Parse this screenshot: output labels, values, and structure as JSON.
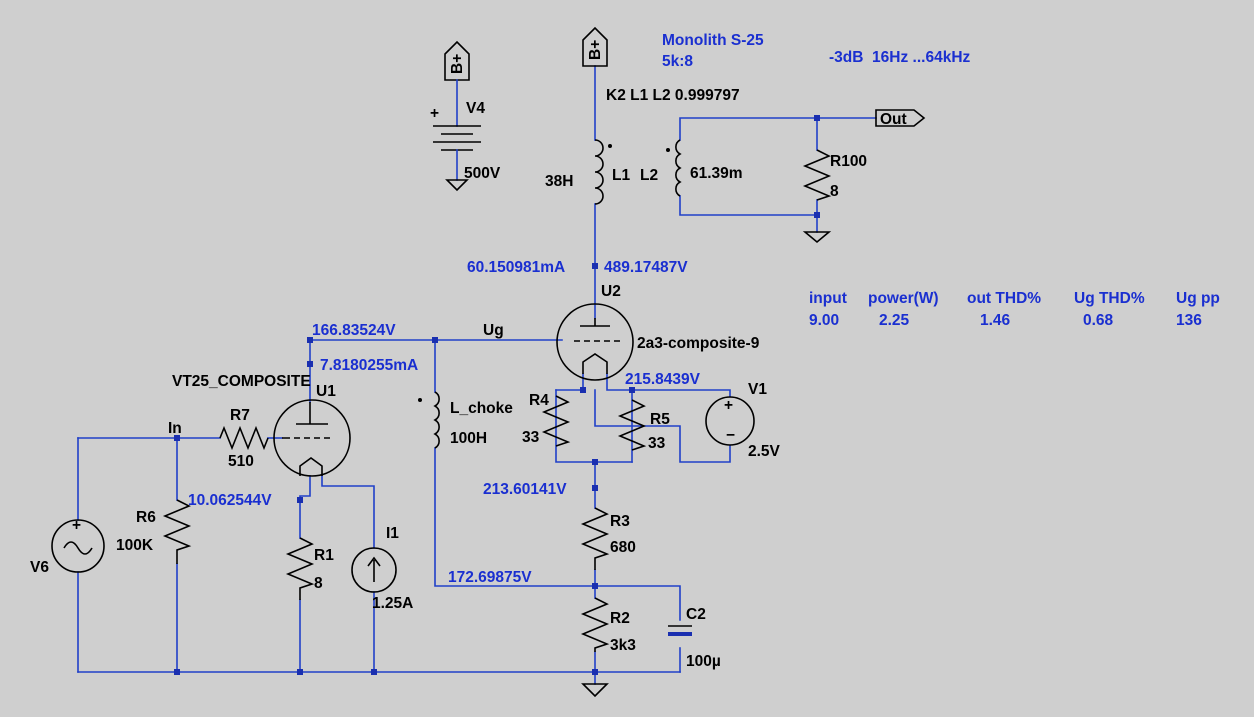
{
  "annotations": {
    "model": "Monolith S-25",
    "ratio": "5k:8",
    "bandwidth": "-3dB  16Hz ...64kHz",
    "coupling": "K2 L1 L2 0.999797"
  },
  "ports": {
    "bplus": "B+",
    "out": "Out",
    "in": "In",
    "ug": "Ug"
  },
  "components": {
    "V4": {
      "name": "V4",
      "value": "500V"
    },
    "L1": {
      "name": "L1",
      "value": "38H"
    },
    "L2": {
      "name": "L2",
      "value": "61.39m"
    },
    "R100": {
      "name": "R100",
      "value": "8"
    },
    "U2": {
      "name": "U2",
      "value": "2a3-composite-9"
    },
    "U1": {
      "name": "U1",
      "value": "VT25_COMPOSITE"
    },
    "V1": {
      "name": "V1",
      "value": "2.5V"
    },
    "R4": {
      "name": "R4",
      "value": "33"
    },
    "R5": {
      "name": "R5",
      "value": "33"
    },
    "R7": {
      "name": "R7",
      "value": "510"
    },
    "R6": {
      "name": "R6",
      "value": "100K"
    },
    "V6": {
      "name": "V6"
    },
    "R1": {
      "name": "R1",
      "value": "8"
    },
    "I1": {
      "name": "I1",
      "value": "1.25A"
    },
    "L_choke": {
      "name": "L_choke",
      "value": "100H"
    },
    "R3": {
      "name": "R3",
      "value": "680"
    },
    "R2": {
      "name": "R2",
      "value": "3k3"
    },
    "C2": {
      "name": "C2",
      "value": "100µ"
    }
  },
  "readings": {
    "u2_plate_current": "60.150981mA",
    "u2_plate_voltage": "489.17487V",
    "u1_plate_voltage": "166.83524V",
    "u1_plate_current": "7.8180255mA",
    "u2_cathode_voltage": "215.8439V",
    "u1_cathode_voltage": "10.062544V",
    "r3_top_voltage": "213.60141V",
    "r2_top_voltage": "172.69875V"
  },
  "results_table": {
    "headers": [
      "input",
      "power(W)",
      "out THD%",
      "Ug THD%",
      "Ug pp"
    ],
    "values": [
      "9.00",
      "2.25",
      "1.46",
      "0.68",
      "136"
    ]
  },
  "colors": {
    "wire": "#2040c8",
    "background": "#cfcfcf",
    "voltage_label": "#1a2fd0",
    "component": "#000000"
  }
}
